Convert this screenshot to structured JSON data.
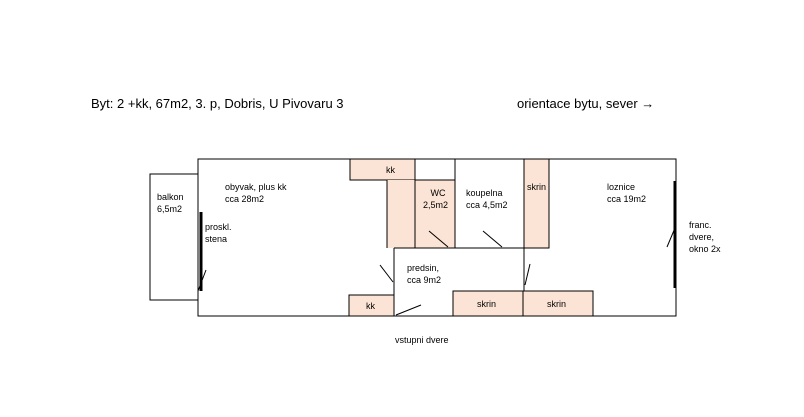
{
  "header": {
    "apartment_info": "Byt: 2 +kk, 67m2, 3. p,  Dobris,  U Pivovaru 3",
    "orientation": "orientace bytu,  sever →"
  },
  "rooms": {
    "balkon": {
      "name": "balkon",
      "area": "6,5m2"
    },
    "obyvak": {
      "name": "obyvak, plus kk",
      "area": "cca 28m2"
    },
    "proskl": {
      "line1": "proskl.",
      "line2": "stena"
    },
    "kk_top": "kk",
    "kk_bottom": "kk",
    "wc": {
      "name": "WC",
      "area": "2,5m2"
    },
    "koupelna": {
      "name": "koupelna",
      "area": "cca 4,5m2"
    },
    "skrin_top": "skrin",
    "loznice": {
      "name": "loznice",
      "area": "cca 19m2"
    },
    "predsin": {
      "name": "predsin,",
      "area": "cca 9m2"
    },
    "skrin_mid": "skrin",
    "skrin_right": "skrin",
    "franc": {
      "line1": "franc.",
      "line2": "dvere,",
      "line3": "okno 2x"
    },
    "vstupni": "vstupni dvere"
  },
  "colors": {
    "fill": "#fbe4d5",
    "line": "#000000"
  }
}
